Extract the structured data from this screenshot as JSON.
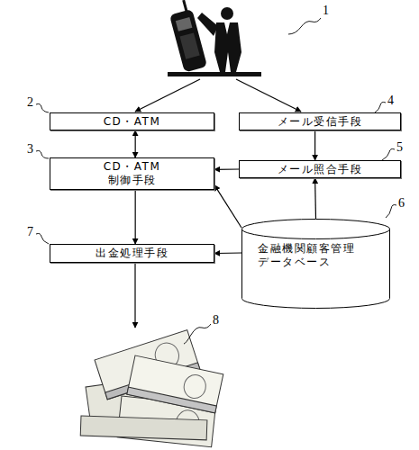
{
  "diagram": {
    "nodes": [
      {
        "text": [
          "CD・ATM"
        ]
      },
      {
        "text": [
          "メール受信手段"
        ]
      },
      {
        "text": [
          "CD・ATM 制御手段"
        ]
      },
      {
        "text": [
          "メール照合手段"
        ]
      },
      {
        "text": [
          "出金処理手段"
        ]
      },
      {
        "text": [
          "金融機関顧客管理 データベース"
        ]
      }
    ],
    "edges": [
      {
        "from": 0,
        "to": 2,
        "arrow": "both"
      },
      {
        "from": 1,
        "to": 3,
        "arrow": "to"
      },
      {
        "from": 3,
        "to": 2,
        "arrow": "to"
      },
      {
        "from": 5,
        "to": 3,
        "arrow": "to"
      },
      {
        "from": 5,
        "to": 2,
        "arrow": "to"
      },
      {
        "from": 5,
        "to": 4,
        "arrow": "to"
      },
      {
        "from": 2,
        "to": 4,
        "arrow": "to"
      }
    ],
    "labels": [
      "1",
      "2",
      "3",
      "4",
      "5",
      "6",
      "7",
      "8"
    ]
  }
}
